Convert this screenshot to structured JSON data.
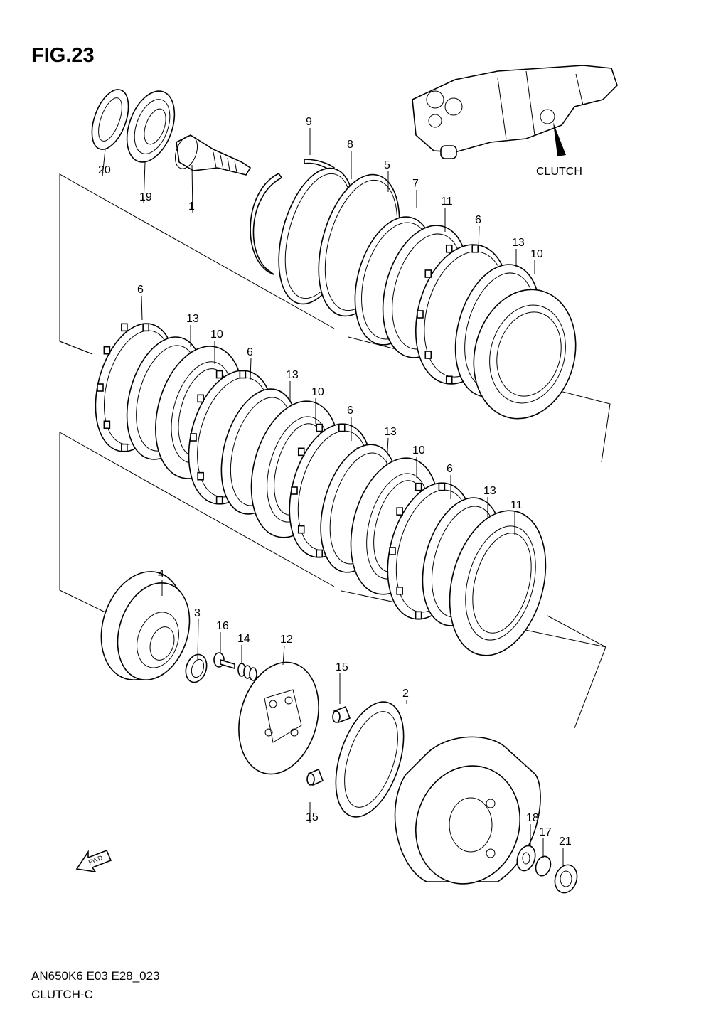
{
  "figure_title": "FIG.23",
  "assembly_callout": "CLUTCH",
  "fwd_marker": "FWD",
  "footer": {
    "code": "AN650K6 E03 E28_023",
    "section": "CLUTCH-C"
  },
  "part_labels": [
    "20",
    "19",
    "1",
    "9",
    "8",
    "5",
    "7",
    "11",
    "6",
    "13",
    "10",
    "6",
    "13",
    "10",
    "6",
    "13",
    "10",
    "6",
    "13",
    "10",
    "6",
    "13",
    "11",
    "4",
    "3",
    "16",
    "14",
    "12",
    "15",
    "2",
    "15",
    "18",
    "17",
    "21"
  ]
}
